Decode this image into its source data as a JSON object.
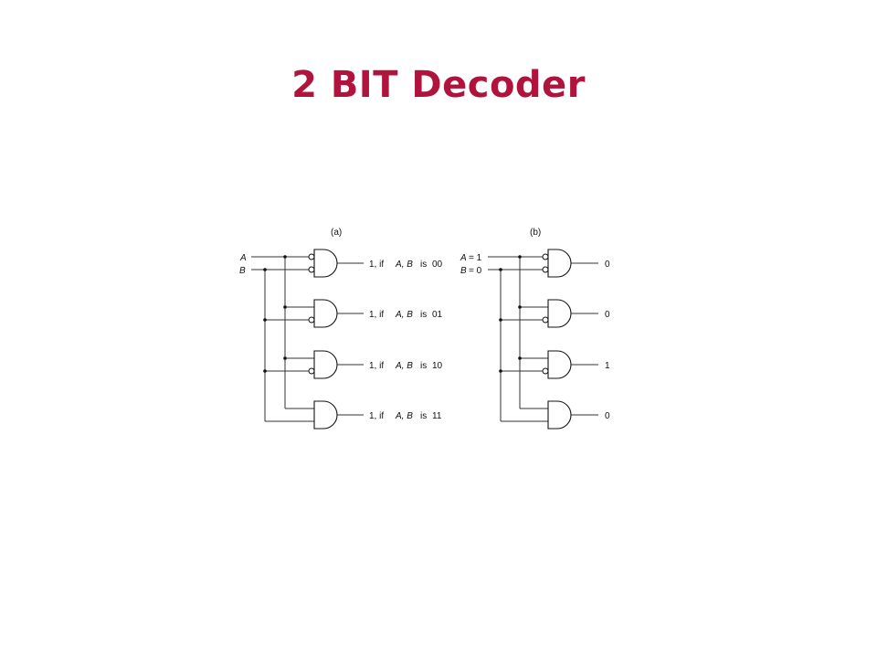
{
  "slide": {
    "title": "2 BIT Decoder"
  },
  "panel_a": {
    "caption": "(a)",
    "input_a": "A",
    "input_b": "B",
    "outputs": [
      {
        "prefix": "1,  if",
        "vars": "A, B",
        "is": "is",
        "code": "00"
      },
      {
        "prefix": "1,  if",
        "vars": "A, B",
        "is": "is",
        "code": "01"
      },
      {
        "prefix": "1,  if",
        "vars": "A, B",
        "is": "is",
        "code": "10"
      },
      {
        "prefix": "1,  if",
        "vars": "A, B",
        "is": "is",
        "code": "11"
      }
    ]
  },
  "panel_b": {
    "caption": "(b)",
    "input_a": {
      "var": "A",
      "value": "= 1"
    },
    "input_b": {
      "var": "B",
      "value": "= 0"
    },
    "outputs": [
      "0",
      "0",
      "1",
      "0"
    ]
  }
}
